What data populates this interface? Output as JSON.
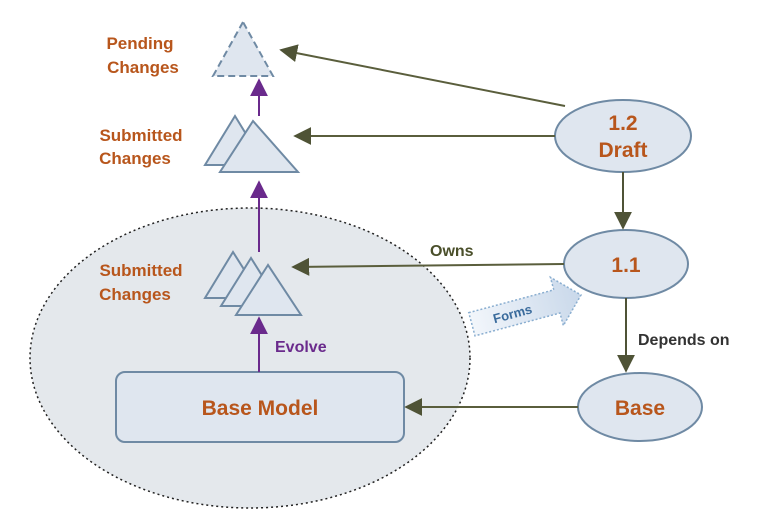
{
  "labels": {
    "pending_1": "Pending",
    "pending_2": "Changes",
    "submitted_top_1": "Submitted",
    "submitted_top_2": "Changes",
    "submitted_bottom_1": "Submitted",
    "submitted_bottom_2": "Changes",
    "base_model": "Base Model",
    "evolve": "Evolve",
    "forms": "Forms",
    "owns": "Owns",
    "depends_on": "Depends on"
  },
  "nodes": {
    "draft_1": "1.2",
    "draft_2": "Draft",
    "v11": "1.1",
    "base": "Base"
  },
  "colors": {
    "label_orange": "#b8561c",
    "node_fill": "#dfe6ef",
    "node_stroke": "#6f8aa4",
    "connector": "#5a5e3c",
    "evolve_arrow": "#6a2a8c",
    "region_fill": "#e4e8ec"
  }
}
